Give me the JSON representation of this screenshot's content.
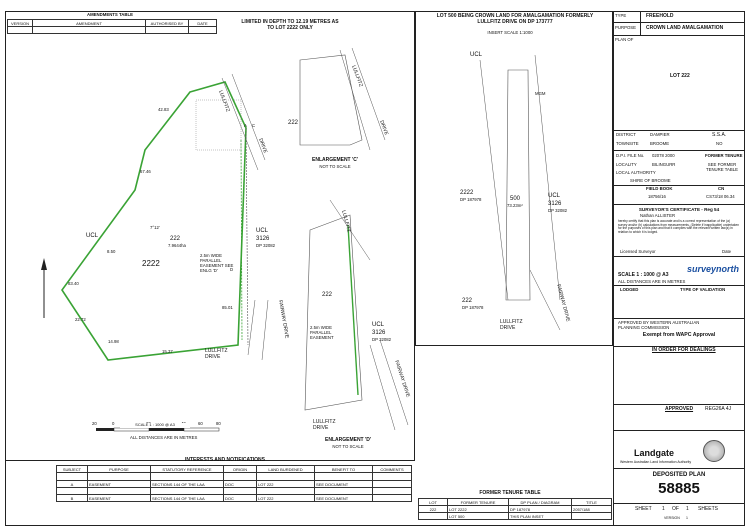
{
  "amendments": {
    "title": "AMENDMENTS TABLE",
    "headers": [
      "VERSION",
      "AMENDMENT",
      "AUTHORISED BY",
      "DATE"
    ]
  },
  "limit_note": "LIMITED IN DEPTH TO 12.19 METRES AS TO LOT 2222 ONLY",
  "main": {
    "lot_222": "222",
    "lot_222_area": "7.9644ha",
    "lot_2222": "2222",
    "ucl": "UCL",
    "ucl_3126": "3126",
    "ucl_dp": "DP 32082",
    "road_lullfitz": "LULLFITZ",
    "road_lullfitz_drive": "LULLFITZ DRIVE",
    "road_drive": "DRIVE",
    "fairway": "FAIRWAY DRIVE",
    "easement": "2.5m WIDE PARALLEL EASEMENT SEE ENLG 'D'",
    "ref_a": "A",
    "ref_c": "C",
    "ref_d": "D",
    "lengths": [
      "42.83",
      "67.46",
      "7°12'",
      "8.50",
      "83.40",
      "22.72",
      "14.98",
      "15.37",
      "85.01"
    ]
  },
  "enlargement_c": {
    "title": "ENLARGEMENT 'C'",
    "note": "NOT TO SCALE",
    "lot": "222",
    "road": "LULLFITZ",
    "drive": "DRIVE"
  },
  "enlargement_d": {
    "title": "ENLARGEMENT 'D'",
    "note": "NOT TO SCALE",
    "lot": "222",
    "easement": "2.5m WIDE PARALLEL EASEMENT",
    "ucl": "UCL",
    "ucl_3126": "3126",
    "ucl_dp": "DP 32082",
    "road": "LULLFITZ DRIVE",
    "fairway": "FAIRWAY DRIVE",
    "lullfitz": "LULLFITZ"
  },
  "inset": {
    "title": "LOT 500 BEING CROWN LAND FOR AMALGAMATION FORMERLY LULLFITZ DRIVE ON DP 173777",
    "scale": "INSERT SCALE 1:1000",
    "ucl": "UCL",
    "lot_2222": "2222",
    "lot_2222_dp": "DP 187978",
    "lot_500": "500",
    "lot_500_area": "73.23m²",
    "ucl2": "UCL",
    "ucl2_3126": "3126",
    "ucl2_dp": "DP 32082",
    "lot_222": "222",
    "lot_222_dp": "DP 187978",
    "road": "LULLFITZ DRIVE",
    "fairway": "FAIRWAY DRIVE",
    "mgm": "MGM"
  },
  "scale_bar": {
    "label": "SCALE 1 : 1000 @ A3",
    "note": "ALL DISTANCES ARE IN METRES",
    "ticks": [
      "20",
      "0",
      "20",
      "40",
      "60",
      "80"
    ]
  },
  "interests": {
    "title": "INTERESTS AND NOTIFICATIONS",
    "headers": [
      "SUBJECT",
      "PURPOSE",
      "STATUTORY REFERENCE",
      "ORIGIN",
      "LAND BURDENED",
      "BENEFIT TO",
      "COMMENTS"
    ],
    "rows": [
      [
        "A",
        "EASEMENT",
        "SECTIONS 144 OF THE LAA",
        "DOC",
        "LOT 222",
        "SEE DOCUMENT",
        ""
      ],
      [
        "B",
        "EASEMENT",
        "SECTIONS 144 OF THE LAA",
        "DOC",
        "LOT 222",
        "SEE DOCUMENT",
        ""
      ]
    ]
  },
  "former_tenure": {
    "title": "FORMER TENURE TABLE",
    "headers": [
      "LOT",
      "FORMER TENURE",
      "DP PLAN / DIAGRAM",
      "TITLE"
    ],
    "rows": [
      [
        "222",
        "LOT 2222",
        "DP 187978",
        "2057/188"
      ],
      [
        "",
        "LOT 500",
        "THIS PLAN INSET",
        ""
      ]
    ]
  },
  "title_block": {
    "type_label": "TYPE",
    "type_value": "FREEHOLD",
    "purpose_label": "PURPOSE",
    "purpose_value": "CROWN LAND AMALGAMATION",
    "plan_of": "PLAN OF",
    "lot": "LOT 222",
    "district_label": "DISTRICT",
    "district_value": "DAMPIER",
    "townsite_label": "TOWNSITE",
    "townsite_value": "BROOME",
    "ssa_label": "S.S.A.",
    "ssa_value": "NO",
    "dpi_label": "D.P.I. FILE No.",
    "dpi_value": "02078 2000",
    "locality_label": "LOCALITY",
    "locality_value": "BILINGURR",
    "local_authority_label": "LOCAL AUTHORITY",
    "local_authority_value": "SHIRE OF BROOME",
    "former_tenure_label": "FORMER TENURE",
    "former_tenure_value": "SEE FORMER TENURE TABLE",
    "field_book_label": "FIELD BOOK",
    "field_book_value": "18756/16",
    "cn_label": "CN",
    "cn_value": "CS73/18 06.34",
    "surveyor_cert": "SURVEYOR'S CERTIFICATE - Reg 54",
    "surveyor_name": "Nathan ALLISTER",
    "surveyor_text": "hereby certify that this plan is accurate and is a correct representation of the (a) survey and/or (b) calculations from measurements, (Delete if inapplicable) undertaken for the purposes of this plan and that it complies with the relevant written law(s) in relation to which it is lodged.",
    "licensed_surveyor": "Licensed Surveyor",
    "date_label": "Date",
    "survey_north": "surveynorth",
    "scale": "SCALE 1 : 1000 @ A3",
    "distances": "ALL DISTANCES ARE IN METRES",
    "lodged": "LODGED",
    "type_validation": "TYPE OF VALIDATION",
    "approved_by": "APPROVED BY WESTERN AUSTRALIAN PLANNING COMMISSION",
    "wapc": "Exempt from WAPC Approval",
    "in_order": "IN ORDER FOR DEALINGS",
    "approved": "APPROVED",
    "reg_no": "REG26A 4J",
    "landgate": "Landgate",
    "landgate_sub": "Western Australian Land Information Authority",
    "deposited_plan": "DEPOSITED PLAN",
    "plan_no": "58885",
    "sheet_label": "SHEET",
    "sheet_no": "1",
    "of_label": "OF",
    "sheets_total": "1",
    "sheets_label": "SHEETS",
    "version_label": "VERSION",
    "version_no": "1"
  }
}
